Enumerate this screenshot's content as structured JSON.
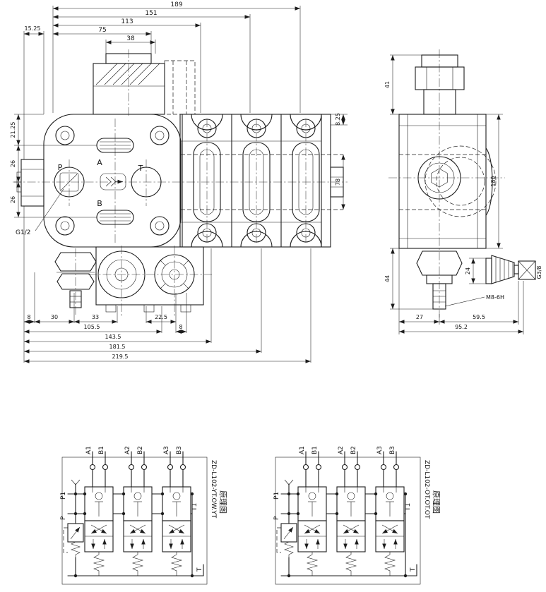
{
  "front_view": {
    "dims_top": [
      "189",
      "151",
      "113",
      "75",
      "38",
      "15.25"
    ],
    "dims_left": [
      "21.25",
      "26",
      "26"
    ],
    "dims_right": [
      "8.25",
      "78"
    ],
    "dims_bottom": [
      "8",
      "30",
      "33",
      "22.5",
      "105.5",
      "8",
      "143.5",
      "181.5",
      "219.5"
    ],
    "ports": {
      "p": "P",
      "a": "A",
      "t": "T",
      "b": "B"
    },
    "thread_label": "G1/2"
  },
  "side_view": {
    "dims_vertical": [
      "41",
      "180",
      "44",
      "24"
    ],
    "dims_bottom": [
      "27",
      "59.5",
      "95.2"
    ],
    "thread_label": "M8-6H",
    "port_label": "G3/8"
  },
  "schematics": [
    {
      "title": "ZD-L102-YT.OW.YT",
      "subtitle": "原理图",
      "top_ports": [
        "A1",
        "B1",
        "A2",
        "B2",
        "A3",
        "B3"
      ],
      "left_ports": [
        "P1",
        "P"
      ],
      "right_ports": [
        "T1",
        "T"
      ]
    },
    {
      "title": "ZD-L102-OT.OT.OT",
      "subtitle": "原理图",
      "top_ports": [
        "A1",
        "B1",
        "A2",
        "B2",
        "A3",
        "B3"
      ],
      "left_ports": [
        "P1",
        "P"
      ],
      "right_ports": [
        "T1",
        "T"
      ]
    }
  ]
}
